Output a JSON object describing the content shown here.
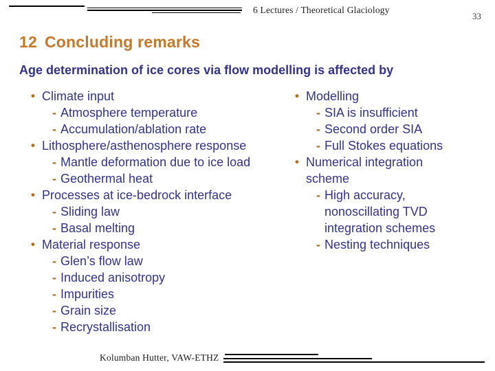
{
  "colors": {
    "accent_orange": "#C67828",
    "marker_orange": "#B06E28",
    "body_blue": "#333389",
    "header_gray": "#1E1E1E",
    "line_black": "#000000"
  },
  "markers": {
    "bullet": "•",
    "dash": "-"
  },
  "header": {
    "course_title": "6 Lectures / Theoretical Glaciology",
    "page_number": "33"
  },
  "slide": {
    "section_number": "12",
    "section_title": "Concluding remarks",
    "subtitle": "Age determination of ice cores via flow modelling is affected by"
  },
  "lists": {
    "left": [
      {
        "type": "bullet",
        "text": "Climate input"
      },
      {
        "type": "dash",
        "text": "Atmosphere temperature"
      },
      {
        "type": "dash",
        "text": "Accumulation/ablation rate"
      },
      {
        "type": "bullet",
        "text": "Lithosphere/asthenosphere response"
      },
      {
        "type": "dash",
        "text": "Mantle deformation due to ice load"
      },
      {
        "type": "dash",
        "text": "Geothermal heat"
      },
      {
        "type": "bullet",
        "text": "Processes at ice-bedrock interface"
      },
      {
        "type": "dash",
        "text": "Sliding law"
      },
      {
        "type": "dash",
        "text": "Basal melting"
      },
      {
        "type": "bullet",
        "text": "Material response"
      },
      {
        "type": "dash",
        "text": "Glen’s flow law"
      },
      {
        "type": "dash",
        "text": "Induced anisotropy"
      },
      {
        "type": "dash",
        "text": "Impurities"
      },
      {
        "type": "dash",
        "text": "Grain size"
      },
      {
        "type": "dash",
        "text": "Recrystallisation"
      }
    ],
    "right": [
      {
        "type": "bullet",
        "text": "Modelling"
      },
      {
        "type": "dash",
        "text": "SIA is insufficient"
      },
      {
        "type": "dash",
        "text": "Second order SIA"
      },
      {
        "type": "dash",
        "text": "Full Stokes equations"
      },
      {
        "type": "bullet",
        "text": "Numerical integration\nscheme"
      },
      {
        "type": "dash",
        "text": "High accuracy,\nnonoscillating TVD\nintegration schemes"
      },
      {
        "type": "dash",
        "text": "Nesting techniques"
      }
    ]
  },
  "footer": {
    "author": "Kolumban Hutter, VAW-ETHZ"
  }
}
